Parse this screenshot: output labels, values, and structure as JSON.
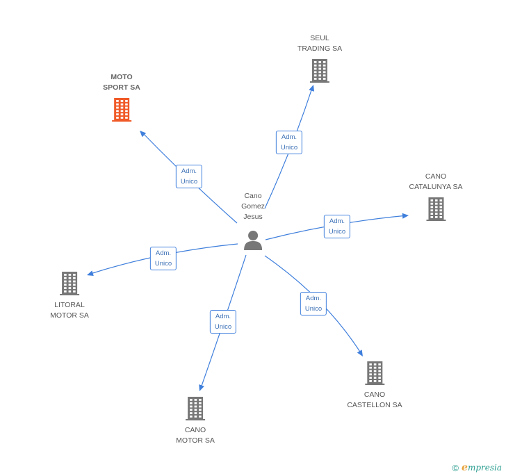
{
  "person": {
    "name": "Cano\nGomez\nJesus",
    "icon": "person-icon"
  },
  "companies": [
    {
      "id": "moto-sport",
      "name": "MOTO\nSPORT SA",
      "focus": true,
      "color": "#f05a28",
      "icon": "building-icon"
    },
    {
      "id": "seul-trading",
      "name": "SEUL\nTRADING SA",
      "focus": false,
      "color": "#777777",
      "icon": "building-icon"
    },
    {
      "id": "cano-catalunya",
      "name": "CANO\nCATALUNYA SA",
      "focus": false,
      "color": "#777777",
      "icon": "building-icon"
    },
    {
      "id": "litoral-motor",
      "name": "LITORAL\nMOTOR SA",
      "focus": false,
      "color": "#777777",
      "icon": "building-icon"
    },
    {
      "id": "cano-castellon",
      "name": "CANO\nCASTELLON SA",
      "focus": false,
      "color": "#777777",
      "icon": "building-icon"
    },
    {
      "id": "cano-motor",
      "name": "CANO\nMOTOR SA",
      "focus": false,
      "color": "#777777",
      "icon": "building-icon"
    }
  ],
  "relations": [
    {
      "target": "moto-sport",
      "label": "Adm.\nUnico"
    },
    {
      "target": "seul-trading",
      "label": "Adm.\nUnico"
    },
    {
      "target": "cano-catalunya",
      "label": "Adm.\nUnico"
    },
    {
      "target": "litoral-motor",
      "label": "Adm.\nUnico"
    },
    {
      "target": "cano-castellon",
      "label": "Adm.\nUnico"
    },
    {
      "target": "cano-motor",
      "label": "Adm.\nUnico"
    }
  ],
  "colors": {
    "edge": "#3f7fdc",
    "label_text": "#3a6fb5",
    "person": "#777777",
    "brand": "#2a9d8f",
    "brand_accent": "#e8a23a"
  },
  "watermark": {
    "copyright": "©",
    "brand_initial": "e",
    "brand_rest": "mpresia"
  }
}
